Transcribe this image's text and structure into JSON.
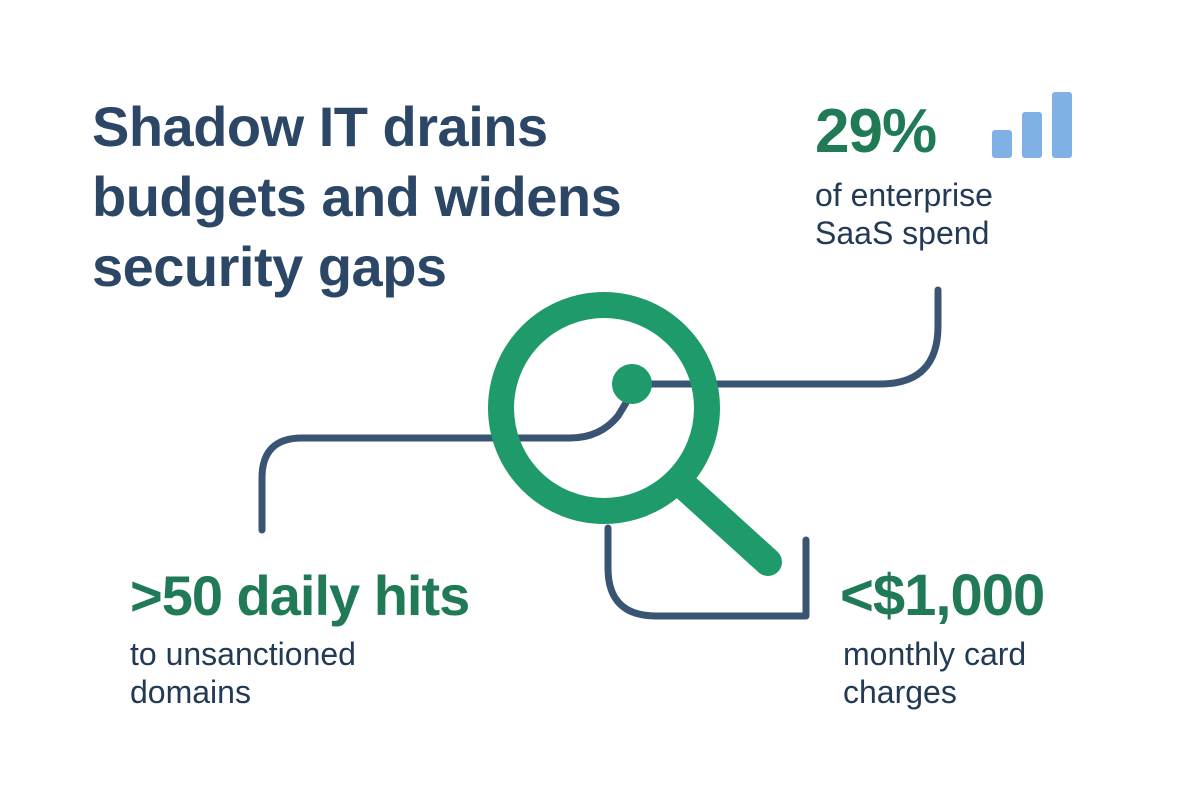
{
  "headline": {
    "lines": [
      "Shadow IT drains",
      "budgets and widens",
      "security gaps"
    ]
  },
  "stats": {
    "saas_spend": {
      "value": "29%",
      "caption_lines": [
        "of enterprise",
        "SaaS spend"
      ]
    },
    "daily_hits": {
      "value": ">50 daily hits",
      "caption_lines": [
        "to unsanctioned",
        "domains"
      ]
    },
    "card_charges": {
      "value": "<$1,000",
      "caption_lines": [
        "monthly card",
        "charges"
      ]
    }
  },
  "icons": {
    "bars": "bar-chart-icon",
    "magnifier": "magnifying-glass-icon"
  },
  "colors": {
    "headline": "#2c4766",
    "accent_green": "#1f9a6b",
    "stat_green": "#1f7a55",
    "line_navy": "#3a5573",
    "bar_blue": "#7fb1e6"
  }
}
